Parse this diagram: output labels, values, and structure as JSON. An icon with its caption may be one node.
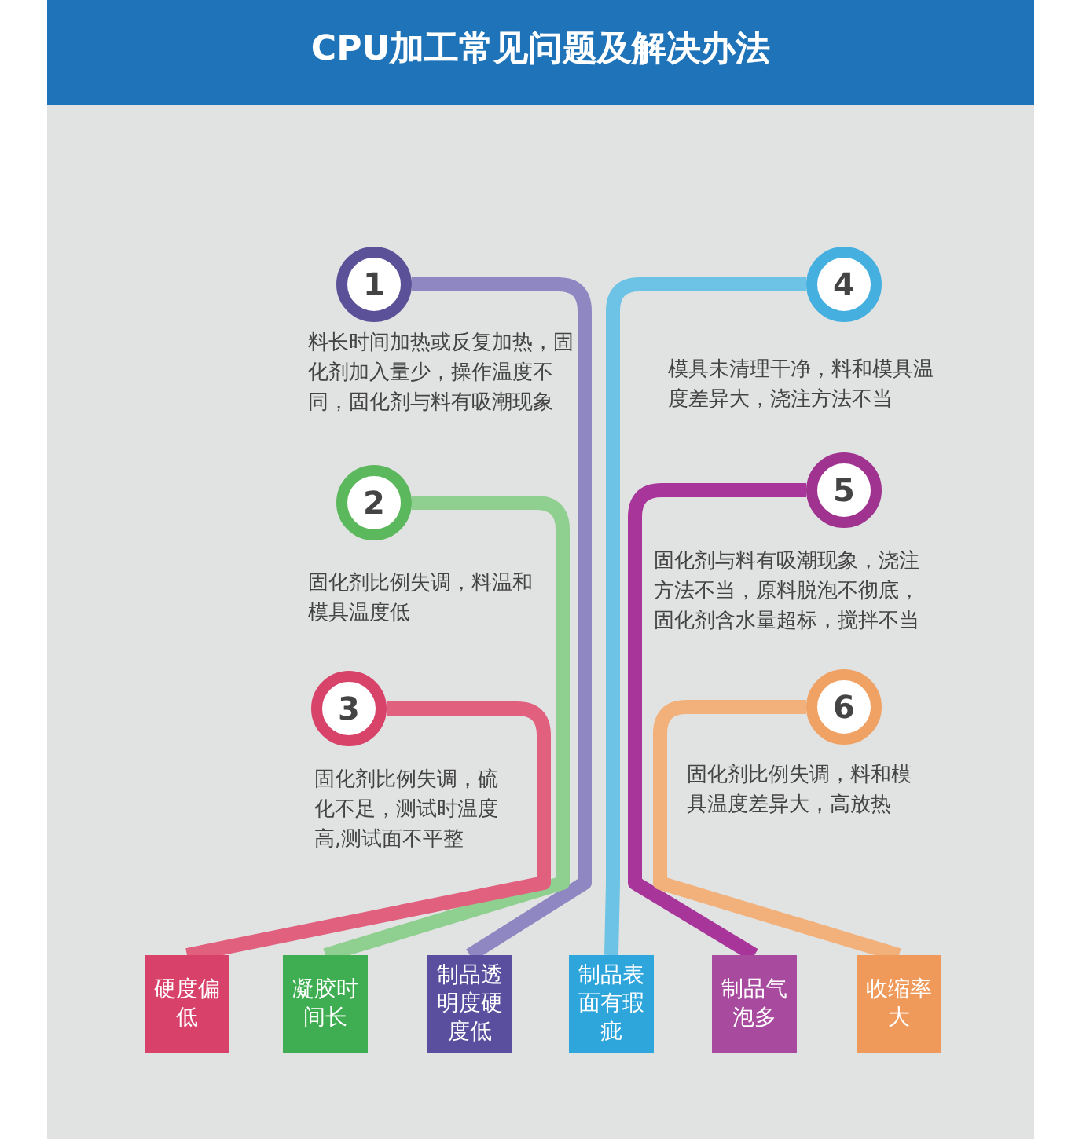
{
  "diagram": {
    "title": "CPU加工常见问题及解决办法",
    "nodes": [
      {
        "text": [
          "1"
        ],
        "beside": [
          "料长时间加热或反复加热，固化剂加入量少，操作温度不同，固化剂与料有吸潮现象"
        ]
      },
      {
        "text": [
          "2"
        ],
        "beside": [
          "固化剂比例失调，料温和模具温度低"
        ]
      },
      {
        "text": [
          "3"
        ],
        "beside": [
          "固化剂比例失调，硫化不足，测试时温度高,测试面不平整"
        ]
      },
      {
        "text": [
          "4"
        ],
        "beside": [
          "模具未清理干净，料和模具温度差异大，浇注方法不当"
        ]
      },
      {
        "text": [
          "5"
        ],
        "beside": [
          "固化剂与料有吸潮现象，浇注方法不当，原料脱泡不彻底，固化剂含水量超标，搅拌不当"
        ]
      },
      {
        "text": [
          "6"
        ],
        "beside": [
          "固化剂比例失调，料和模具温度差异大，高放热"
        ]
      },
      {
        "text": [
          "硬度偏低"
        ]
      },
      {
        "text": [
          "凝胶时间长"
        ]
      },
      {
        "text": [
          "制品透明度硬度低"
        ]
      },
      {
        "text": [
          "制品表面有瑕疵"
        ]
      },
      {
        "text": [
          "制品气泡多"
        ]
      },
      {
        "text": [
          "收缩率大"
        ]
      }
    ],
    "edges": [
      {
        "from": 0,
        "to": 8,
        "arrow": "none",
        "color": "#8e87c2"
      },
      {
        "from": 1,
        "to": 7,
        "arrow": "none",
        "color": "#8fcf8f"
      },
      {
        "from": 2,
        "to": 6,
        "arrow": "none",
        "color": "#e0607e"
      },
      {
        "from": 3,
        "to": 9,
        "arrow": "none",
        "color": "#6cc3e6"
      },
      {
        "from": 4,
        "to": 10,
        "arrow": "none",
        "color": "#a8359a"
      },
      {
        "from": 5,
        "to": 11,
        "arrow": "none",
        "color": "#f2b07a"
      }
    ]
  }
}
